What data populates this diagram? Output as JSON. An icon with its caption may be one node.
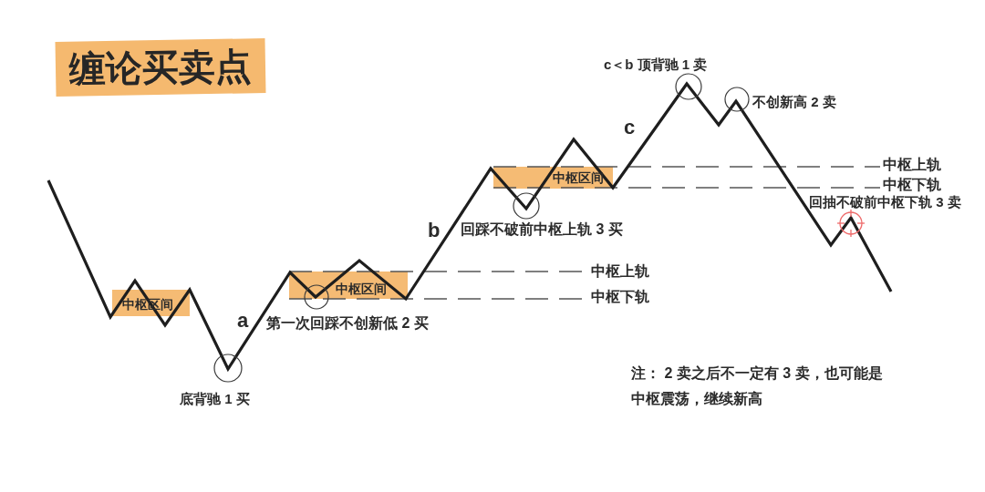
{
  "diagram": {
    "title": "缠论买卖点",
    "nodes": [
      {
        "text": [
          "中枢区间"
        ]
      },
      {
        "text": [
          "中枢区间"
        ]
      },
      {
        "text": [
          "中枢区间"
        ]
      }
    ],
    "labels": [
      "c＜b 顶背驰 1 卖",
      "不创新高 2 卖",
      "c",
      "中枢上轨",
      "中枢下轨",
      "回抽不破前中枢下轨 3 卖",
      "b",
      "回踩不破前中枢上轨 3 买",
      "中枢上轨",
      "中枢下轨",
      "a",
      "第一次回踩不创新低 2 买",
      "注： 2 卖之后不一定有 3 卖，也可能是中枢震荡，继续新高",
      "底背驰 1 买"
    ]
  }
}
